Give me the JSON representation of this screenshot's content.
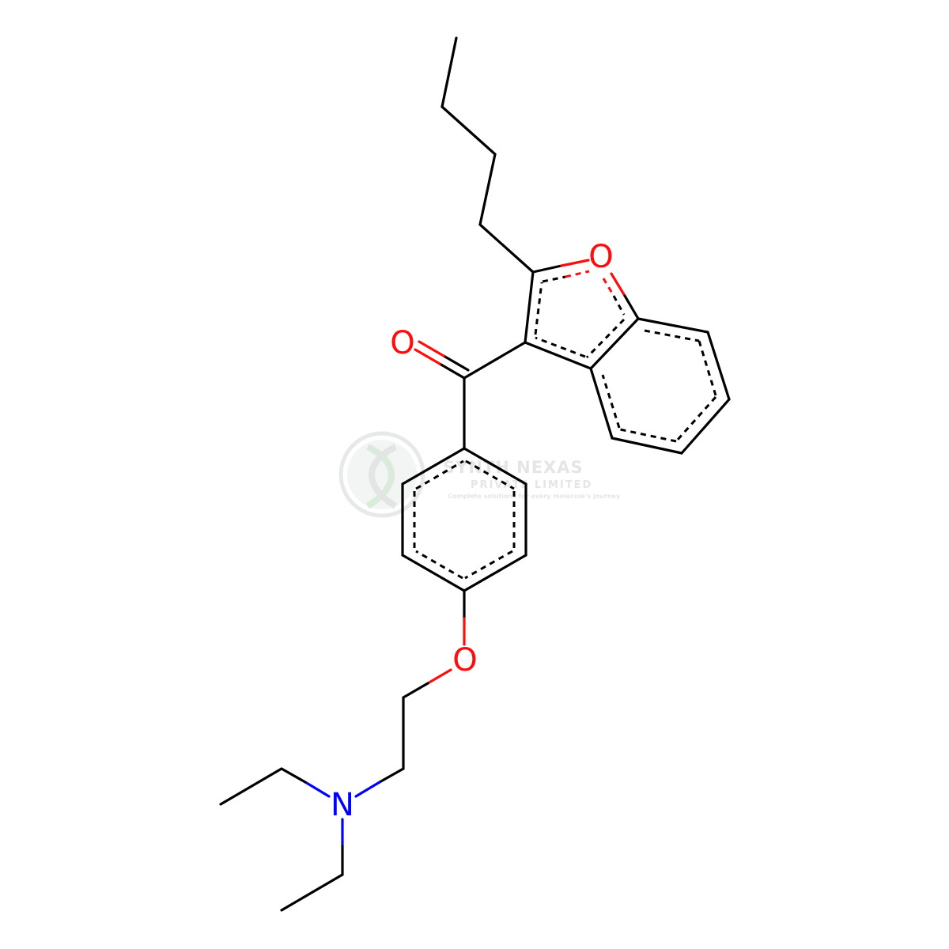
{
  "diagram": {
    "type": "skeletal-structure",
    "atoms": {
      "o_furan": {
        "symbol": "O",
        "color": "#ff0d0d"
      },
      "o_carbonyl": {
        "symbol": "O",
        "color": "#ff0d0d"
      },
      "o_ether": {
        "symbol": "O",
        "color": "#ff0d0d"
      },
      "n_amine": {
        "symbol": "N",
        "color": "#0000ff"
      }
    },
    "bond_color": "#000000"
  },
  "watermark": {
    "title": "SYNTH NEXAS",
    "subtitle": "PRIVATE LIMITED",
    "tagline": "Complete solutions for every molecule's journey",
    "logo_icon": "dna-helix-icon",
    "color": "#e1e4e3"
  }
}
